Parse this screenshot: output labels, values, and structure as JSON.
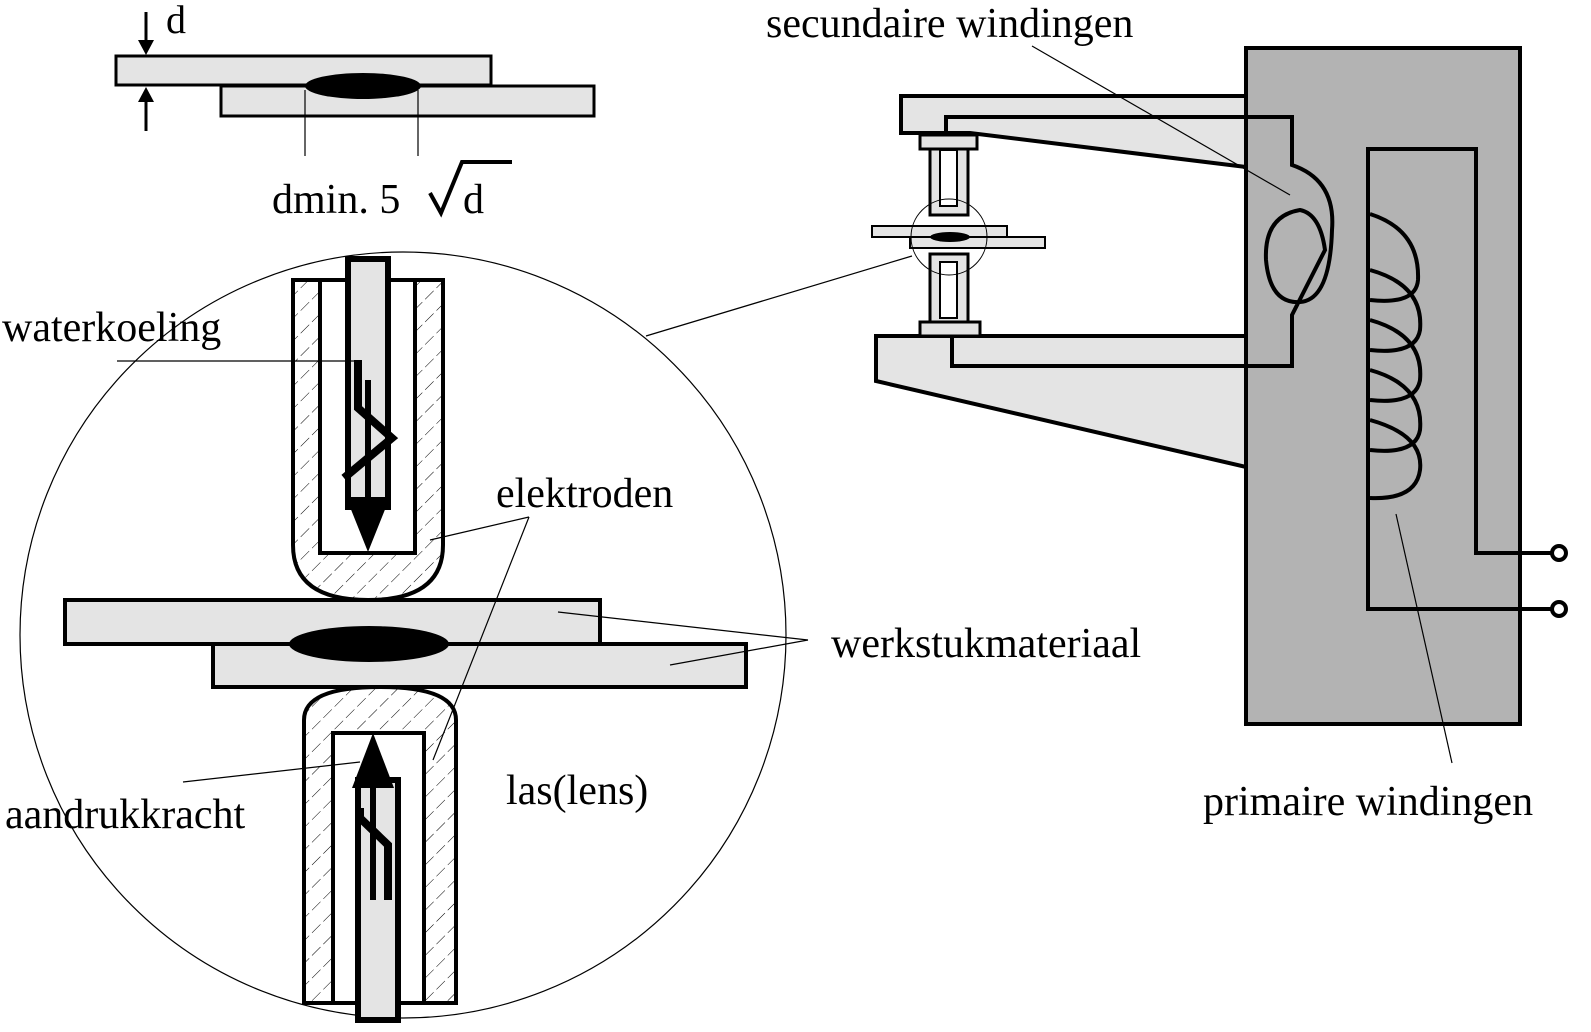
{
  "labels": {
    "thickness_symbol": "d",
    "min_diameter_prefix": "dmin. 5",
    "min_diameter_root_arg": "d",
    "cooling": "waterkoeling",
    "electrodes": "elektroden",
    "workpiece": "werkstukmateriaal",
    "pressing_force": "aandrukkracht",
    "weld_nugget": "las(lens)",
    "secondary_windings": "secundaire windingen",
    "primary_windings": "primaire windingen"
  },
  "colors": {
    "line": "#000000",
    "plate_fill": "#e4e4e4",
    "transformer_fill": "#b3b3b3",
    "nugget_fill": "#000000",
    "background": "#ffffff"
  }
}
